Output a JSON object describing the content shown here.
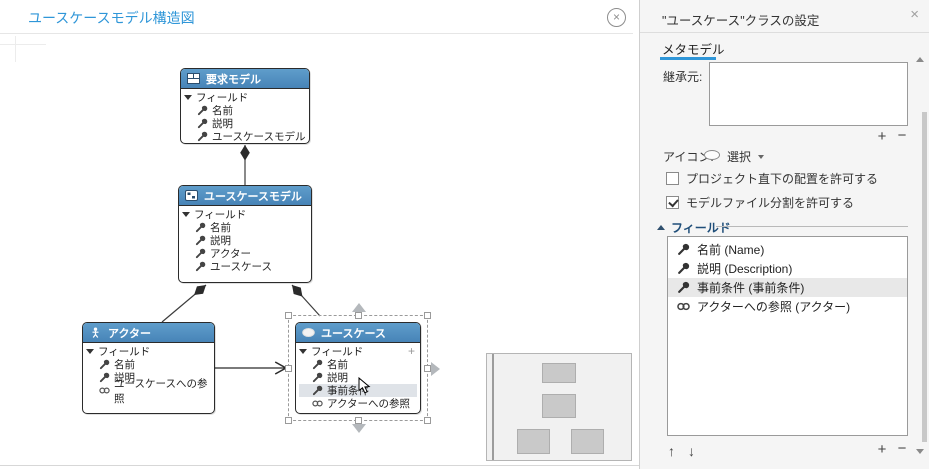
{
  "diagram": {
    "title": "ユースケースモデル構造図",
    "field_group_label": "フィールド",
    "nodes": [
      {
        "title": "要求モデル",
        "fields": [
          {
            "label": "名前"
          },
          {
            "label": "説明"
          },
          {
            "label": "ユースケースモデル"
          }
        ]
      },
      {
        "title": "ユースケースモデル",
        "fields": [
          {
            "label": "名前"
          },
          {
            "label": "説明"
          },
          {
            "label": "アクター"
          },
          {
            "label": "ユースケース"
          }
        ]
      },
      {
        "title": "アクター",
        "fields": [
          {
            "label": "名前"
          },
          {
            "label": "説明"
          },
          {
            "label": "ユースケースへの参照"
          }
        ]
      },
      {
        "title": "ユースケース",
        "add_field_label": "+",
        "fields": [
          {
            "label": "名前"
          },
          {
            "label": "説明"
          },
          {
            "label": "事前条件",
            "selected": true
          },
          {
            "label": "アクターへの参照"
          }
        ]
      }
    ],
    "close_label": "×"
  },
  "panel": {
    "title": "\"ユースケース\"クラスの設定",
    "close_label": "×",
    "tab_label": "メタモデル",
    "inherit_label": "継承元:",
    "icon_label": "アイコン:",
    "icon_select_label": "選択",
    "checkboxes": [
      {
        "label": "プロジェクト直下の配置を許可する",
        "checked": false
      },
      {
        "label": "モデルファイル分割を許可する",
        "checked": true
      }
    ],
    "fields_section_label": "フィールド",
    "field_items": [
      {
        "label": "名前 (Name)"
      },
      {
        "label": "説明 (Description)"
      },
      {
        "label": "事前条件 (事前条件)",
        "selected": true
      },
      {
        "label": "アクターへの参照 (アクター)"
      }
    ],
    "buttons": {
      "add": "+",
      "remove": "−",
      "up": "↑",
      "down": "↓"
    }
  },
  "colors": {
    "accent_blue": "#2f96d8",
    "node_header_blue": "#4d8cc0",
    "section_label_blue": "#1f4e79",
    "selection_gray": "#b4b8bc"
  }
}
